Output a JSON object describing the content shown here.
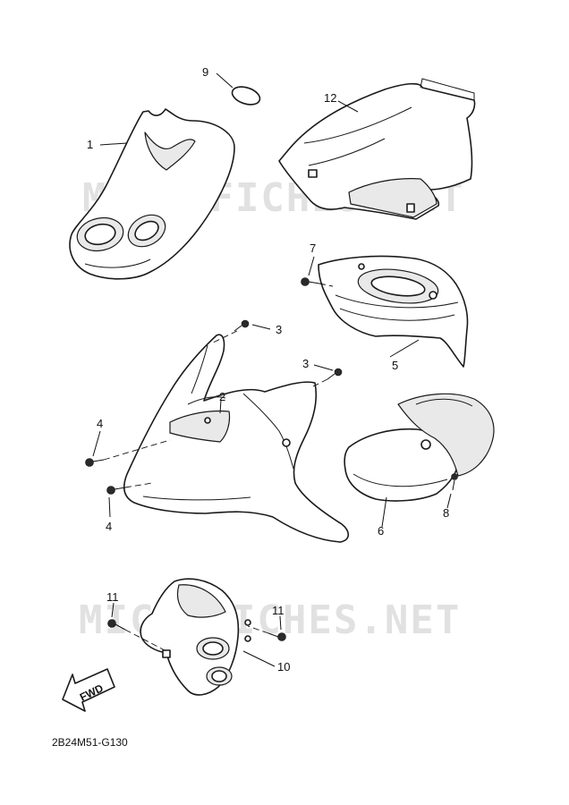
{
  "diagram_code": "2B24M51-G130",
  "watermarks": [
    "MICROFICHES.NET",
    "MICROFICHES.NET"
  ],
  "fwd_label": "FWD",
  "callouts": [
    {
      "id": "c1",
      "label": "1"
    },
    {
      "id": "c2",
      "label": "2"
    },
    {
      "id": "c3a",
      "label": "3"
    },
    {
      "id": "c3b",
      "label": "3"
    },
    {
      "id": "c4a",
      "label": "4"
    },
    {
      "id": "c4b",
      "label": "4"
    },
    {
      "id": "c5",
      "label": "5"
    },
    {
      "id": "c6",
      "label": "6"
    },
    {
      "id": "c7",
      "label": "7"
    },
    {
      "id": "c8",
      "label": "8"
    },
    {
      "id": "c9",
      "label": "9"
    },
    {
      "id": "c10",
      "label": "10"
    },
    {
      "id": "c11a",
      "label": "11"
    },
    {
      "id": "c11b",
      "label": "11"
    },
    {
      "id": "c12",
      "label": "12"
    }
  ]
}
